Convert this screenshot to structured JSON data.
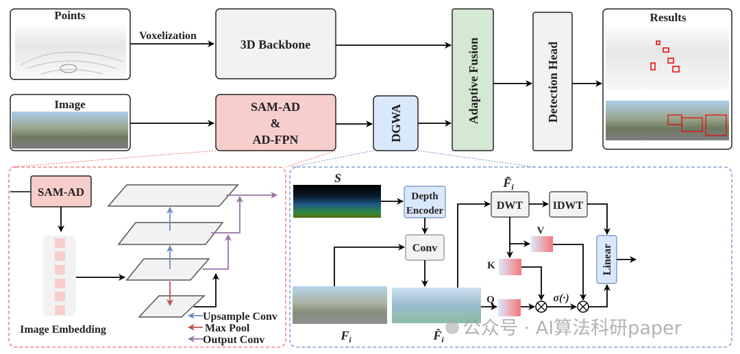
{
  "top": {
    "points_title": "Points",
    "voxelization_label": "Voxelization",
    "backbone_label": "3D Backbone",
    "image_title": "Image",
    "sam_line1": "SAM-AD",
    "sam_line2": "&",
    "sam_line3": "AD-FPN",
    "dgwa_label": "DGWA",
    "fusion_label": "Adaptive Fusion",
    "head_label": "Detection Head",
    "results_title": "Results"
  },
  "left_panel": {
    "sam_label": "SAM-AD",
    "embedding_label": "Image Embedding",
    "legend": [
      {
        "label": "Upsample Conv",
        "color": "#6c8ebf"
      },
      {
        "label": "Max Pool",
        "color": "#b85450"
      },
      {
        "label": "Output Conv",
        "color": "#9673a6"
      }
    ]
  },
  "right_panel": {
    "s_label": "S",
    "depth_encoder_line1": "Depth",
    "depth_encoder_line2": "Encoder",
    "conv_label": "Conv",
    "fi_label": "F",
    "fi_sub": "i",
    "fhat_label": "F̂",
    "fhat_sub": "i",
    "ftilde_label": "F̃",
    "ftilde_sub": "i",
    "dwt_label": "DWT",
    "idwt_label": "IDWT",
    "v_label": "V",
    "k_label": "K",
    "q_label": "Q",
    "sigma_label": "σ(·)",
    "linear_label": "Linear"
  },
  "watermark": "公众号 · AI算法科研paper",
  "colors": {
    "pink": "#f8cecc",
    "blue": "#dae8fc",
    "green": "#d5e8d4",
    "gray": "#f2f2f2",
    "pink_dash": "#ea6b66",
    "blue_dash": "#6c8ebf"
  }
}
